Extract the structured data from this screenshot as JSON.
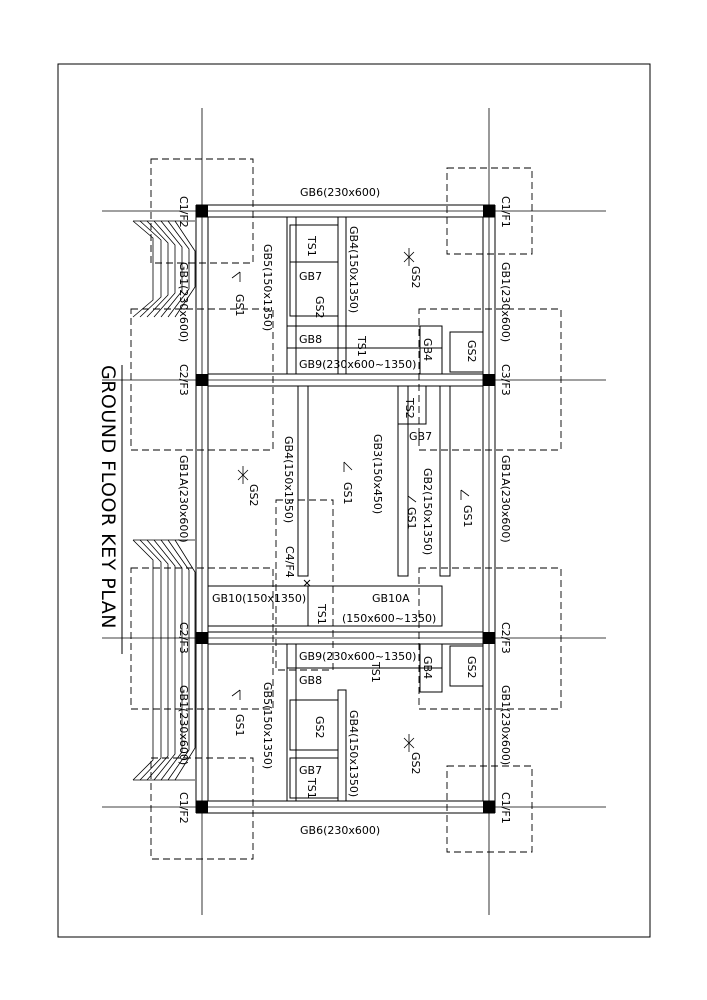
{
  "title": "GROUND FLOOR KEY PLAN",
  "columns": {
    "c1_f2": "C1/F2",
    "c1_f1": "C1/F1",
    "c2_f3": "C2/F3",
    "c3_f3": "C3/F3",
    "c4_f4": "C4/F4"
  },
  "beams": {
    "gb6": "GB6(230x600)",
    "gb1": "GB1(230x600)",
    "gb1a": "GB1A(230x600)",
    "gb4": "GB4(150x1350)",
    "gb4_short": "GB4",
    "gb5": "GB5(150x1350)",
    "gb7": "GB7",
    "gb8": "GB8",
    "gb9": "GB9(230x600~1350)",
    "gb3": "GB3(150x450)",
    "gb2": "GB2(150x1350)",
    "gb10": "GB10(150x1350)",
    "gb10a": "GB10A",
    "gb10a_size": "(150x600~1350)"
  },
  "slabs": {
    "gs1": "GS1",
    "gs2": "GS2",
    "ts1": "TS1",
    "ts2": "TS2"
  }
}
